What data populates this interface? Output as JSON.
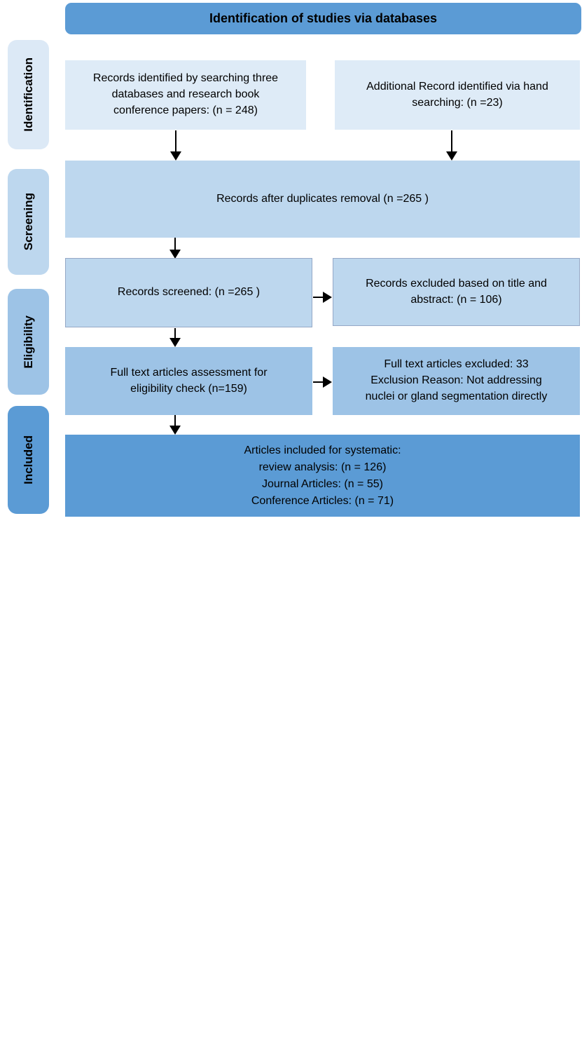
{
  "title": "Identification of studies via databases",
  "stages": [
    {
      "label": "Identification",
      "color": "#dce9f6"
    },
    {
      "label": "Screening",
      "color": "#bdd7ee"
    },
    {
      "label": "Eligibility",
      "color": "#9dc3e6"
    },
    {
      "label": "Included",
      "color": "#5b9bd5"
    }
  ],
  "flow": {
    "records_identified": {
      "lines": [
        "Records identified by searching three",
        "databases and research book",
        "conference papers: (n = 248)"
      ]
    },
    "additional_records": {
      "lines": [
        "Additional Record identified via hand",
        "searching: (n =23)"
      ]
    },
    "duplicates_removed": {
      "lines": [
        "Records after duplicates removal (n =265 )"
      ]
    },
    "records_screened": {
      "lines": [
        "Records screened: (n =265 )"
      ]
    },
    "records_excluded": {
      "lines": [
        "Records excluded based on title and",
        "abstract: (n = 106)"
      ]
    },
    "fulltext_assessment": {
      "lines": [
        "Full text articles assessment for",
        "eligibility check (n=159)"
      ]
    },
    "fulltext_excluded": {
      "lines": [
        "Full text articles excluded: 33",
        "Exclusion Reason: Not addressing",
        "nuclei or gland segmentation directly"
      ]
    },
    "articles_included": {
      "lines": [
        "Articles included for systematic:",
        "review analysis: (n = 126)",
        "Journal Articles: (n = 55)",
        "Conference Articles: (n = 71)"
      ]
    }
  },
  "colors": {
    "header_fill": "#5b9bd5",
    "tint_lightest": "#deebf7",
    "tint_light": "#bdd7ee",
    "tint_medium": "#9dc3e6",
    "tint_dark": "#5b9bd5",
    "box_border": "#95a8c6",
    "arrow": "#000000",
    "text": "#000000"
  }
}
